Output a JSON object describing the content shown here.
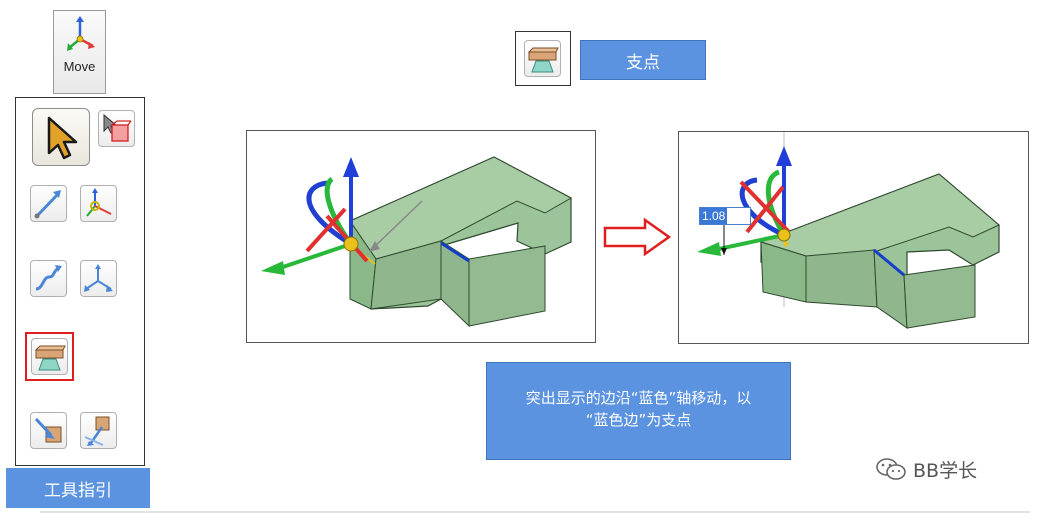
{
  "toolbar": {
    "move_label": "Move"
  },
  "palette": {
    "title": "工具指引",
    "tools": [
      {
        "icon": "select-arrow-icon"
      },
      {
        "icon": "select-box-icon"
      },
      {
        "icon": "move-along-axis-icon"
      },
      {
        "icon": "move-with-triad-icon"
      },
      {
        "icon": "move-along-path-icon"
      },
      {
        "icon": "move-multi-axis-icon"
      },
      {
        "icon": "pivot-icon"
      },
      {
        "icon": "move-to-target-icon"
      },
      {
        "icon": "move-ruler-icon"
      }
    ]
  },
  "pivot": {
    "label": "支点",
    "icon": "pivot-icon"
  },
  "before_after": {
    "arrow_icon": "right-arrow-icon",
    "dimension_value": "1.08"
  },
  "description": {
    "line1": "突出显示的边沿“蓝色”轴移动，以",
    "line2": "“蓝色边”为支点"
  },
  "watermark": {
    "text": "BB学长",
    "icon": "wechat-icon"
  },
  "colors": {
    "label_blue": "#5b93e0",
    "model_green": "#9cc49a",
    "axis_blue": "#1f3fd8",
    "axis_green": "#28b83a",
    "axis_red": "#e03030",
    "highlight_red": "#e01e1e"
  }
}
